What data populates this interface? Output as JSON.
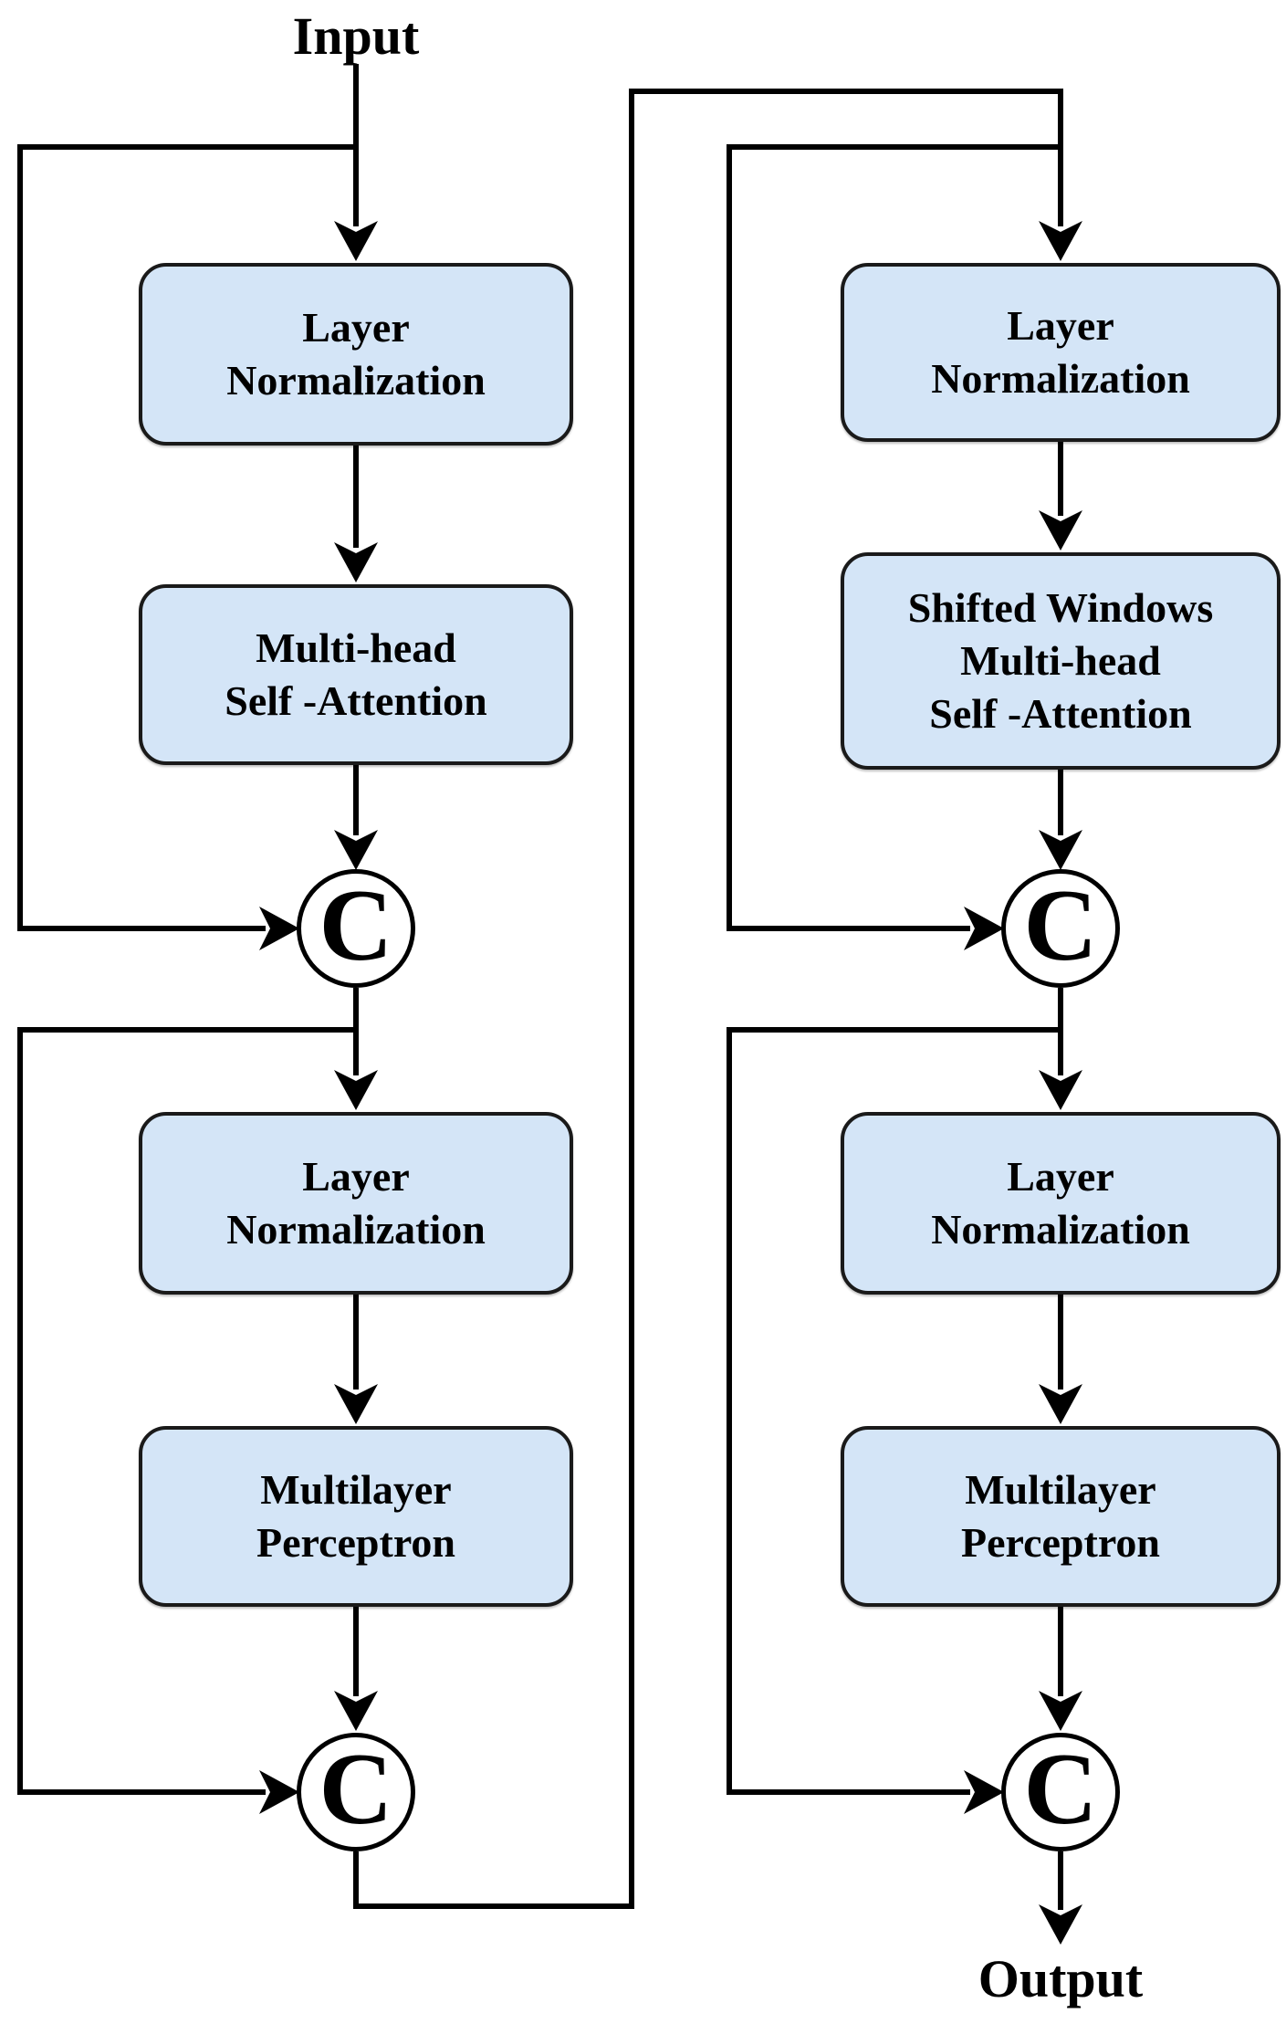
{
  "labels": {
    "input": "Input",
    "output": "Output",
    "concat": "C"
  },
  "blocks": {
    "left": {
      "layer_norm_1": "Layer\nNormalization",
      "attention": "Multi-head\nSelf -Attention",
      "layer_norm_2": "Layer\nNormalization",
      "mlp": "Multilayer\nPerceptron"
    },
    "right": {
      "layer_norm_1": "Layer\nNormalization",
      "attention": "Shifted Windows\nMulti-head\nSelf -Attention",
      "layer_norm_2": "Layer\nNormalization",
      "mlp": "Multilayer\nPerceptron"
    }
  },
  "colors": {
    "node_fill": "#d4e5f7",
    "node_border": "#1a1a1a",
    "line": "#000000",
    "concat_fill": "#ffffff",
    "text": "#000000",
    "background": "#ffffff"
  }
}
